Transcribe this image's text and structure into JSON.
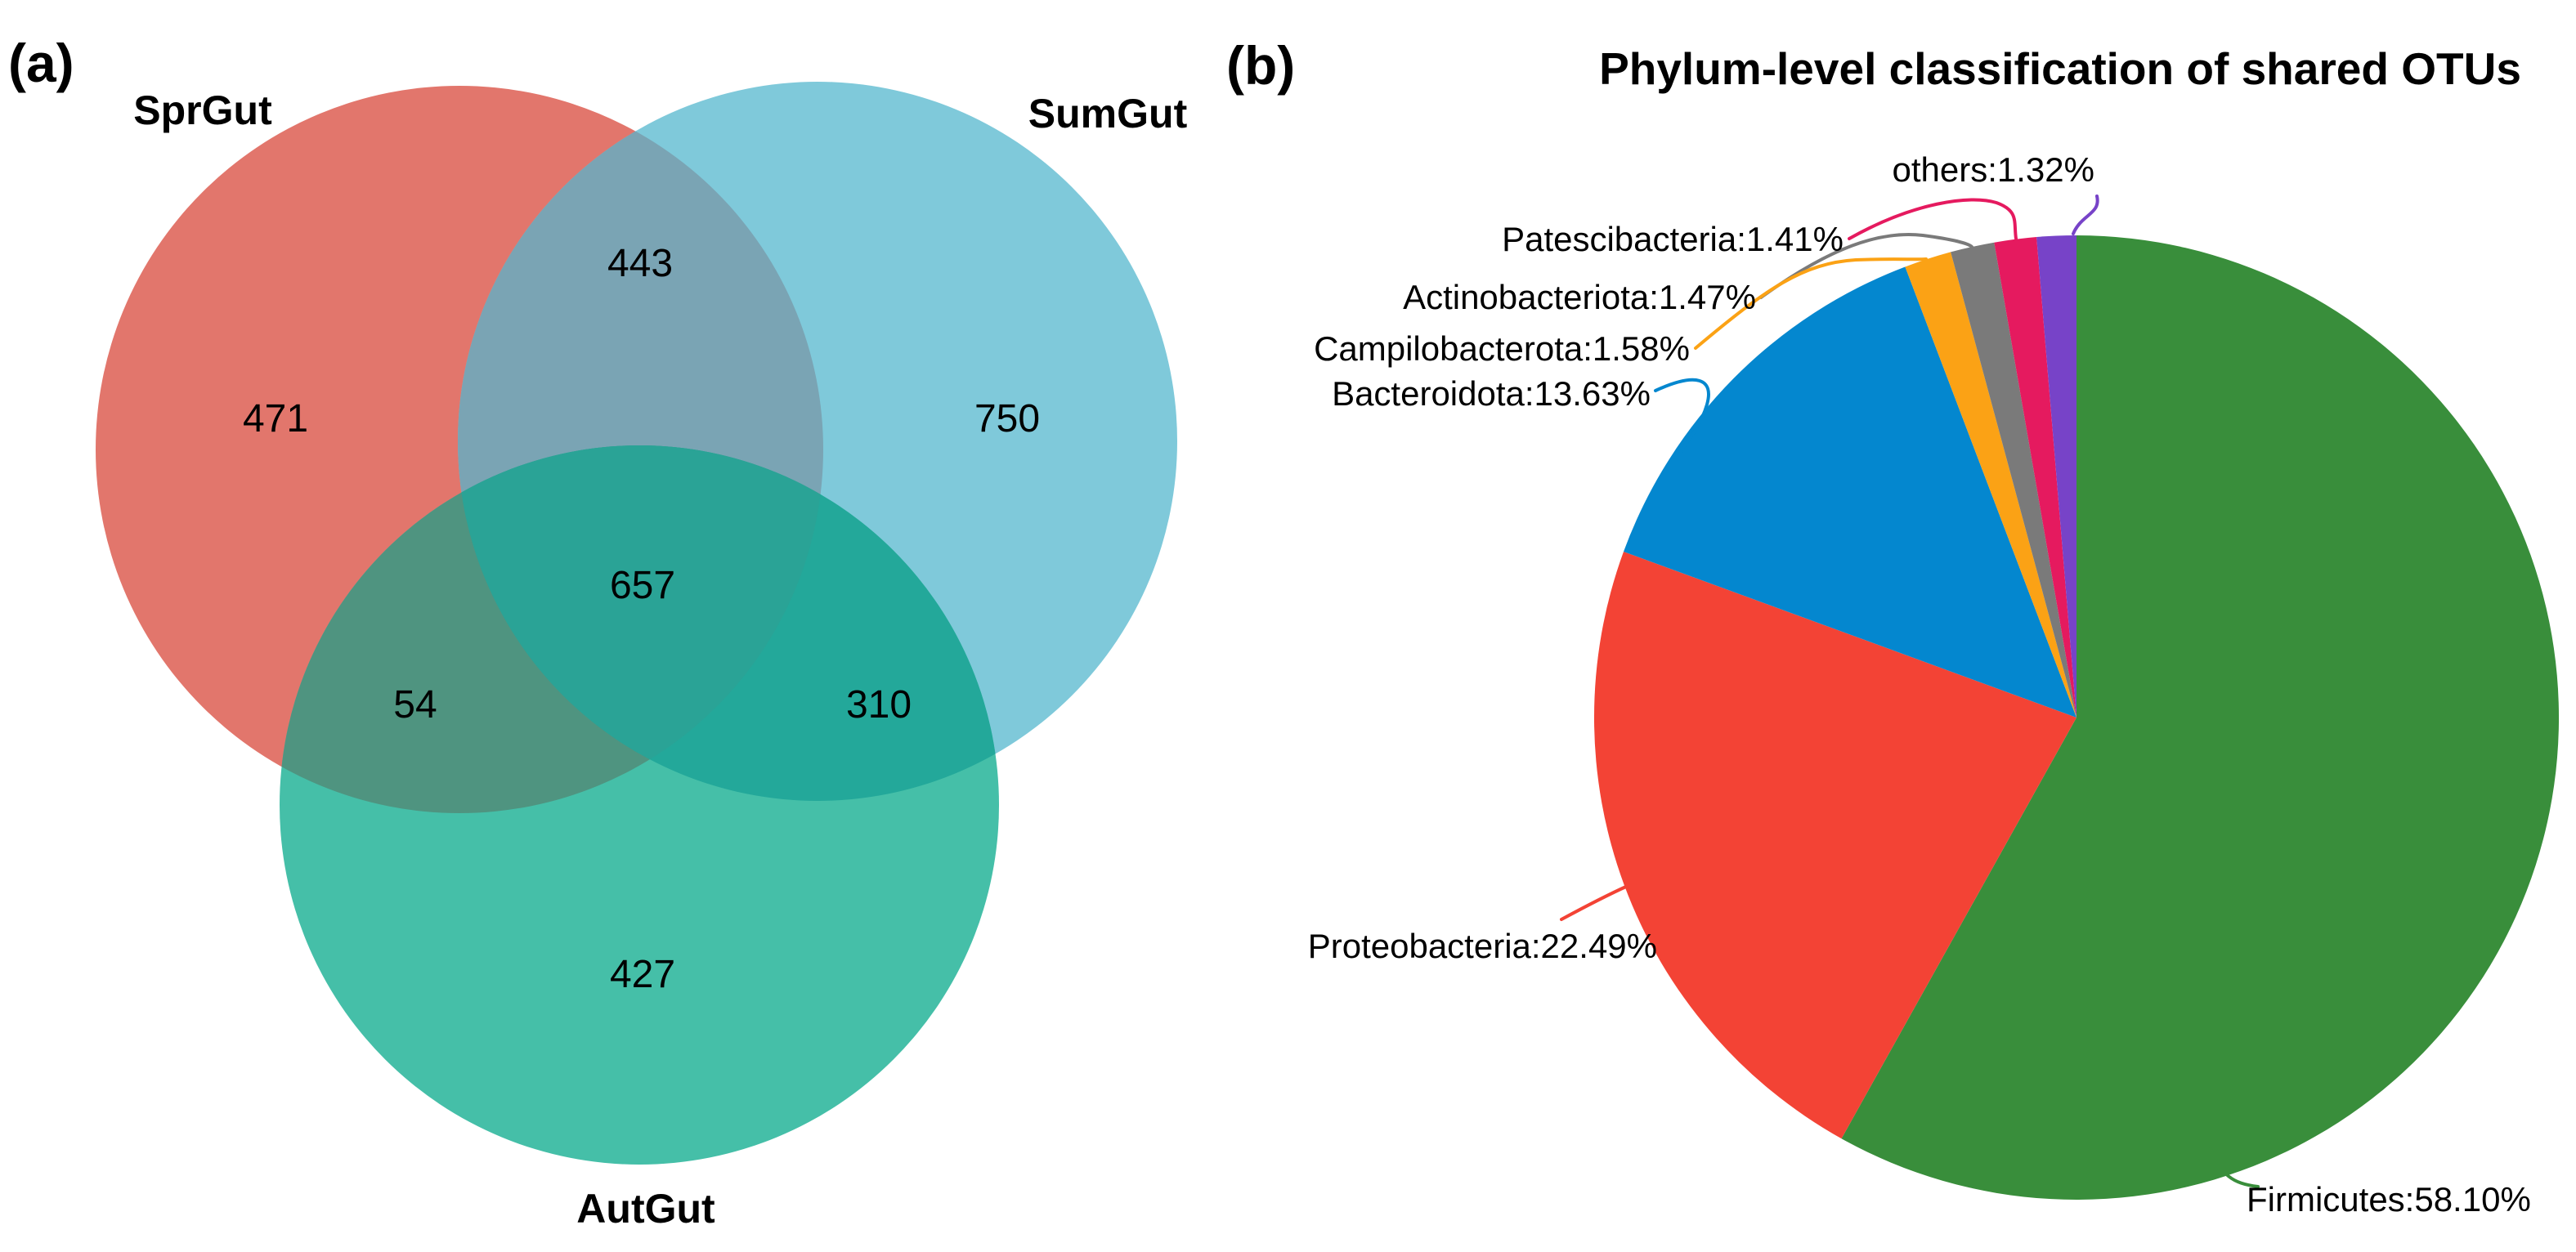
{
  "figure": {
    "panel_a_letter": "(a)",
    "panel_b_letter": "(b)"
  },
  "chart_data": [
    {
      "type": "venn",
      "title": "",
      "sets": [
        {
          "name": "SprGut",
          "color": "#E2766C"
        },
        {
          "name": "SumGut",
          "color": "#7FC9DA"
        },
        {
          "name": "AutGut",
          "color": "#45BFA8"
        }
      ],
      "region_colors": {
        "SprGut": "#E2766C",
        "SumGut": "#7FC9DA",
        "AutGut": "#45BFA8",
        "SprGut_SumGut": "#7AA4B4",
        "SprGut_AutGut": "#4F9480",
        "SumGut_AutGut": "#23A89A",
        "SprGut_SumGut_AutGut": "#2AA396"
      },
      "regions": [
        {
          "sets": [
            "SprGut"
          ],
          "value": 471
        },
        {
          "sets": [
            "SumGut"
          ],
          "value": 750
        },
        {
          "sets": [
            "AutGut"
          ],
          "value": 427
        },
        {
          "sets": [
            "SprGut",
            "SumGut"
          ],
          "value": 443
        },
        {
          "sets": [
            "SprGut",
            "AutGut"
          ],
          "value": 54
        },
        {
          "sets": [
            "SumGut",
            "AutGut"
          ],
          "value": 310
        },
        {
          "sets": [
            "SprGut",
            "SumGut",
            "AutGut"
          ],
          "value": 657
        }
      ]
    },
    {
      "type": "pie",
      "title": "Phylum-level classification of shared OTUs",
      "start_angle_deg": 0,
      "direction": "clockwise",
      "slices": [
        {
          "key": "firmicutes",
          "label": "Firmicutes",
          "percent": 58.1,
          "display": "Firmicutes:58.10%",
          "color": "#398E3B"
        },
        {
          "key": "proteobacteria",
          "label": "Proteobacteria",
          "percent": 22.49,
          "display": "Proteobacteria:22.49%",
          "color": "#F34335"
        },
        {
          "key": "bacteroidota",
          "label": "Bacteroidota",
          "percent": 13.63,
          "display": "Bacteroidota:13.63%",
          "color": "#0487CF"
        },
        {
          "key": "campilobacterota",
          "label": "Campilobacterota",
          "percent": 1.58,
          "display": "Campilobacterota:1.58%",
          "color": "#FBA215"
        },
        {
          "key": "actinobacteriota",
          "label": "Actinobacteriota",
          "percent": 1.47,
          "display": "Actinobacteriota:1.47%",
          "color": "#7A7A7A"
        },
        {
          "key": "patescibacteria",
          "label": "Patescibacteria",
          "percent": 1.41,
          "display": "Patescibacteria:1.41%",
          "color": "#E51A5F"
        },
        {
          "key": "others",
          "label": "others",
          "percent": 1.32,
          "display": "others:1.32%",
          "color": "#7743C8"
        }
      ]
    }
  ]
}
